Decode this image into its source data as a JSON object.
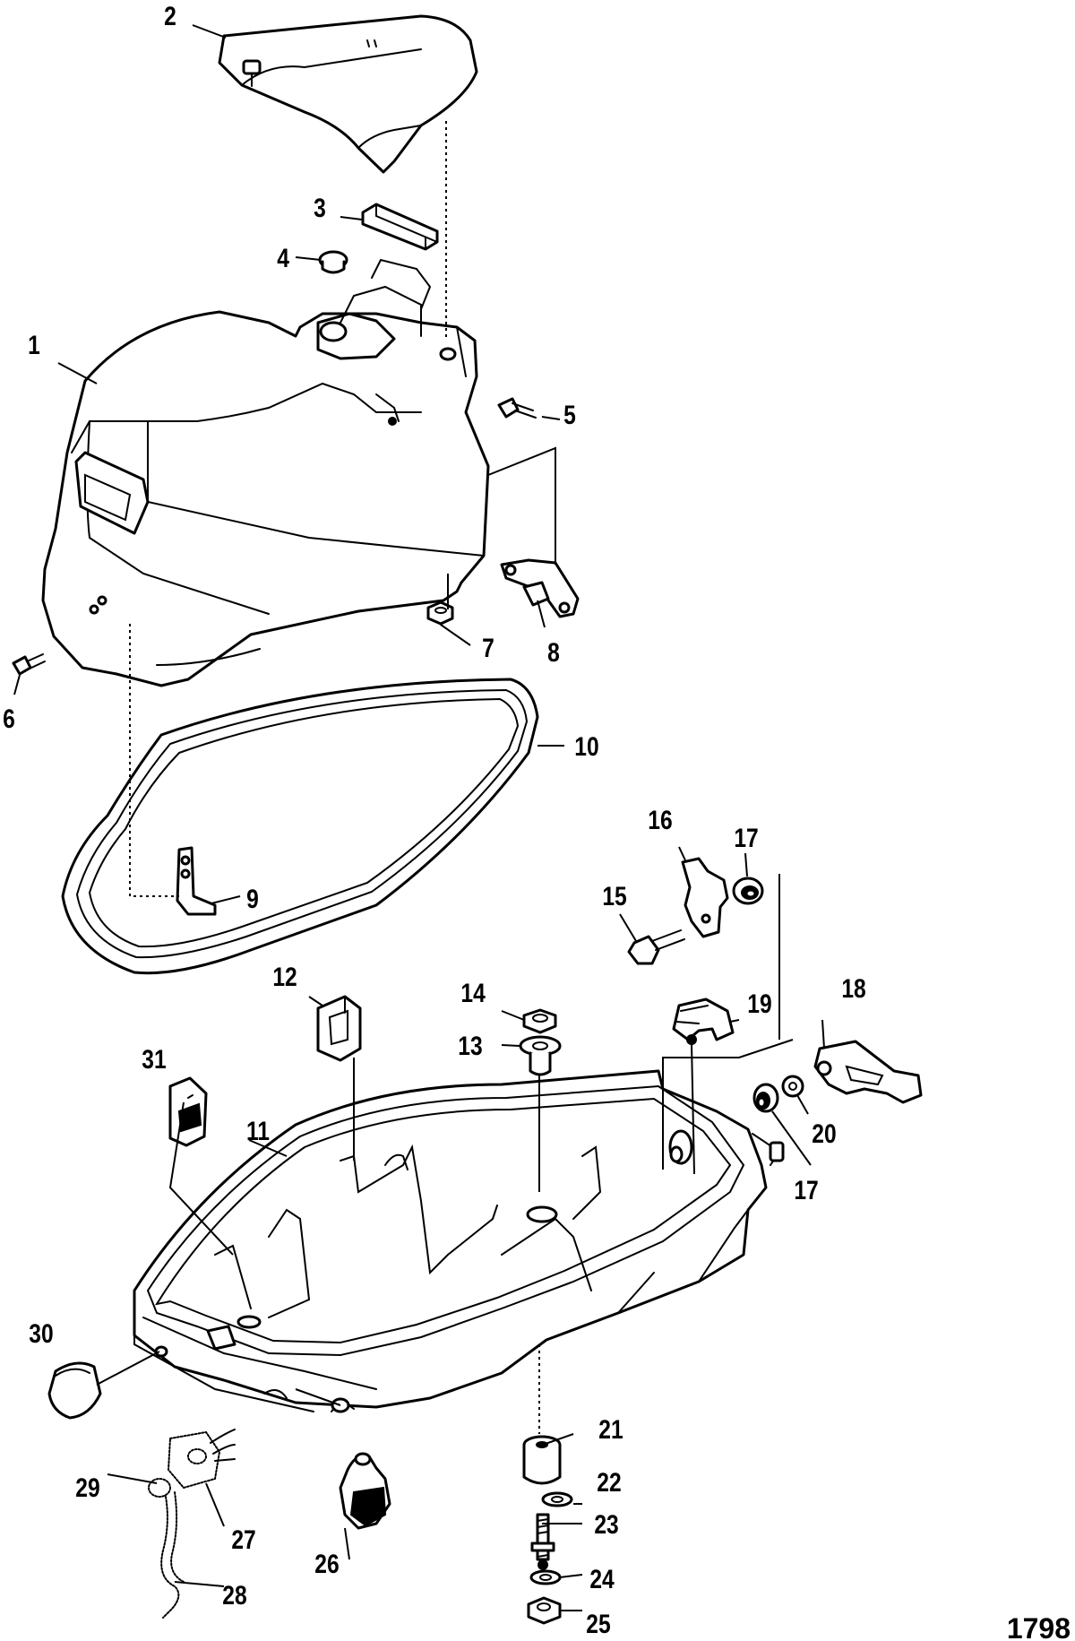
{
  "figure_number": "1798",
  "callouts": [
    {
      "id": "1",
      "text": "1"
    },
    {
      "id": "2",
      "text": "2"
    },
    {
      "id": "3",
      "text": "3"
    },
    {
      "id": "4",
      "text": "4"
    },
    {
      "id": "5",
      "text": "5"
    },
    {
      "id": "6",
      "text": "6"
    },
    {
      "id": "7",
      "text": "7"
    },
    {
      "id": "8",
      "text": "8"
    },
    {
      "id": "9",
      "text": "9"
    },
    {
      "id": "10",
      "text": "10"
    },
    {
      "id": "11",
      "text": "11"
    },
    {
      "id": "12",
      "text": "12"
    },
    {
      "id": "13",
      "text": "13"
    },
    {
      "id": "14",
      "text": "14"
    },
    {
      "id": "15",
      "text": "15"
    },
    {
      "id": "16",
      "text": "16"
    },
    {
      "id": "17a",
      "text": "17"
    },
    {
      "id": "17b",
      "text": "17"
    },
    {
      "id": "18",
      "text": "18"
    },
    {
      "id": "19",
      "text": "19"
    },
    {
      "id": "20",
      "text": "20"
    },
    {
      "id": "21",
      "text": "21"
    },
    {
      "id": "22",
      "text": "22"
    },
    {
      "id": "23",
      "text": "23"
    },
    {
      "id": "24",
      "text": "24"
    },
    {
      "id": "25",
      "text": "25"
    },
    {
      "id": "26",
      "text": "26"
    },
    {
      "id": "27",
      "text": "27"
    },
    {
      "id": "28",
      "text": "28"
    },
    {
      "id": "29",
      "text": "29"
    },
    {
      "id": "30",
      "text": "30"
    },
    {
      "id": "31",
      "text": "31"
    }
  ]
}
